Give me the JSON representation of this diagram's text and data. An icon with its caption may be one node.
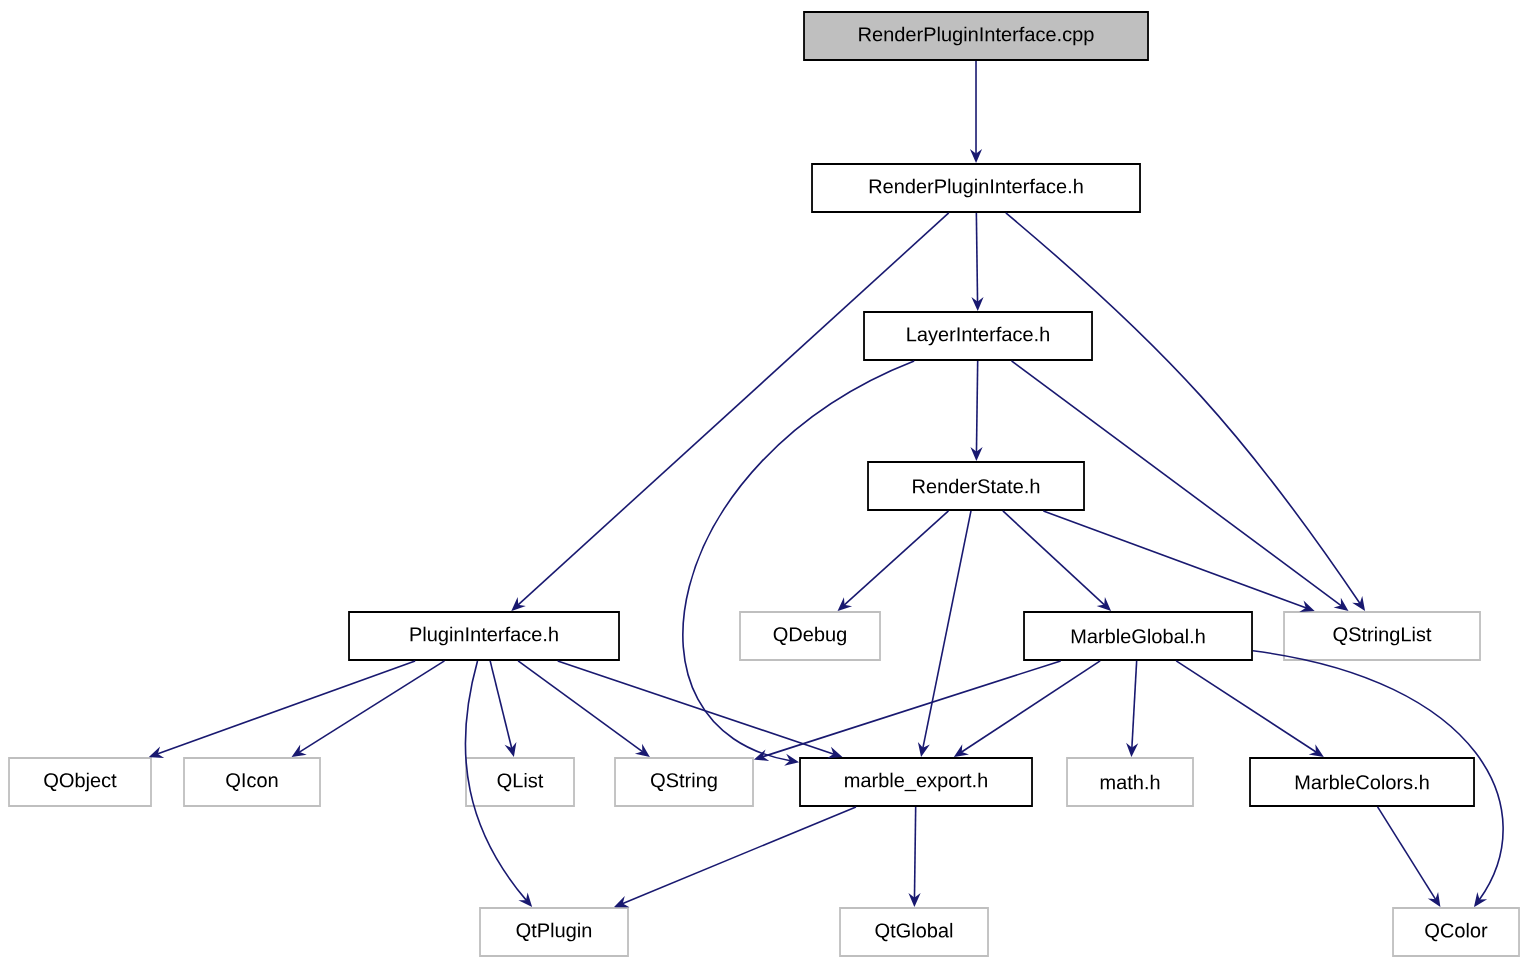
{
  "diagram": {
    "nodes": [
      {
        "text": [
          "RenderPluginInterface.cpp"
        ]
      },
      {
        "text": [
          "RenderPluginInterface.h"
        ]
      },
      {
        "text": [
          "LayerInterface.h"
        ]
      },
      {
        "text": [
          "RenderState.h"
        ]
      },
      {
        "text": [
          "PluginInterface.h"
        ]
      },
      {
        "text": [
          "QDebug"
        ]
      },
      {
        "text": [
          "MarbleGlobal.h"
        ]
      },
      {
        "text": [
          "QStringList"
        ]
      },
      {
        "text": [
          "QObject"
        ]
      },
      {
        "text": [
          "QIcon"
        ]
      },
      {
        "text": [
          "QList"
        ]
      },
      {
        "text": [
          "QString"
        ]
      },
      {
        "text": [
          "marble_export.h"
        ]
      },
      {
        "text": [
          "math.h"
        ]
      },
      {
        "text": [
          "MarbleColors.h"
        ]
      },
      {
        "text": [
          "QtPlugin"
        ]
      },
      {
        "text": [
          "QtGlobal"
        ]
      },
      {
        "text": [
          "QColor"
        ]
      }
    ],
    "edges": [
      {
        "from": 0,
        "to": 1,
        "arrow": "to"
      },
      {
        "from": 1,
        "to": 2,
        "arrow": "to"
      },
      {
        "from": 1,
        "to": 4,
        "arrow": "to"
      },
      {
        "from": 1,
        "to": 7,
        "arrow": "to"
      },
      {
        "from": 2,
        "to": 3,
        "arrow": "to"
      },
      {
        "from": 2,
        "to": 12,
        "arrow": "to"
      },
      {
        "from": 2,
        "to": 7,
        "arrow": "to"
      },
      {
        "from": 3,
        "to": 5,
        "arrow": "to"
      },
      {
        "from": 3,
        "to": 6,
        "arrow": "to"
      },
      {
        "from": 3,
        "to": 12,
        "arrow": "to"
      },
      {
        "from": 3,
        "to": 7,
        "arrow": "to"
      },
      {
        "from": 4,
        "to": 8,
        "arrow": "to"
      },
      {
        "from": 4,
        "to": 9,
        "arrow": "to"
      },
      {
        "from": 4,
        "to": 15,
        "arrow": "to"
      },
      {
        "from": 4,
        "to": 10,
        "arrow": "to"
      },
      {
        "from": 4,
        "to": 11,
        "arrow": "to"
      },
      {
        "from": 4,
        "to": 12,
        "arrow": "to"
      },
      {
        "from": 6,
        "to": 11,
        "arrow": "to"
      },
      {
        "from": 6,
        "to": 12,
        "arrow": "to"
      },
      {
        "from": 6,
        "to": 13,
        "arrow": "to"
      },
      {
        "from": 6,
        "to": 14,
        "arrow": "to"
      },
      {
        "from": 6,
        "to": 17,
        "arrow": "to"
      },
      {
        "from": 12,
        "to": 15,
        "arrow": "to"
      },
      {
        "from": 12,
        "to": 16,
        "arrow": "to"
      },
      {
        "from": 14,
        "to": 17,
        "arrow": "to"
      }
    ]
  }
}
